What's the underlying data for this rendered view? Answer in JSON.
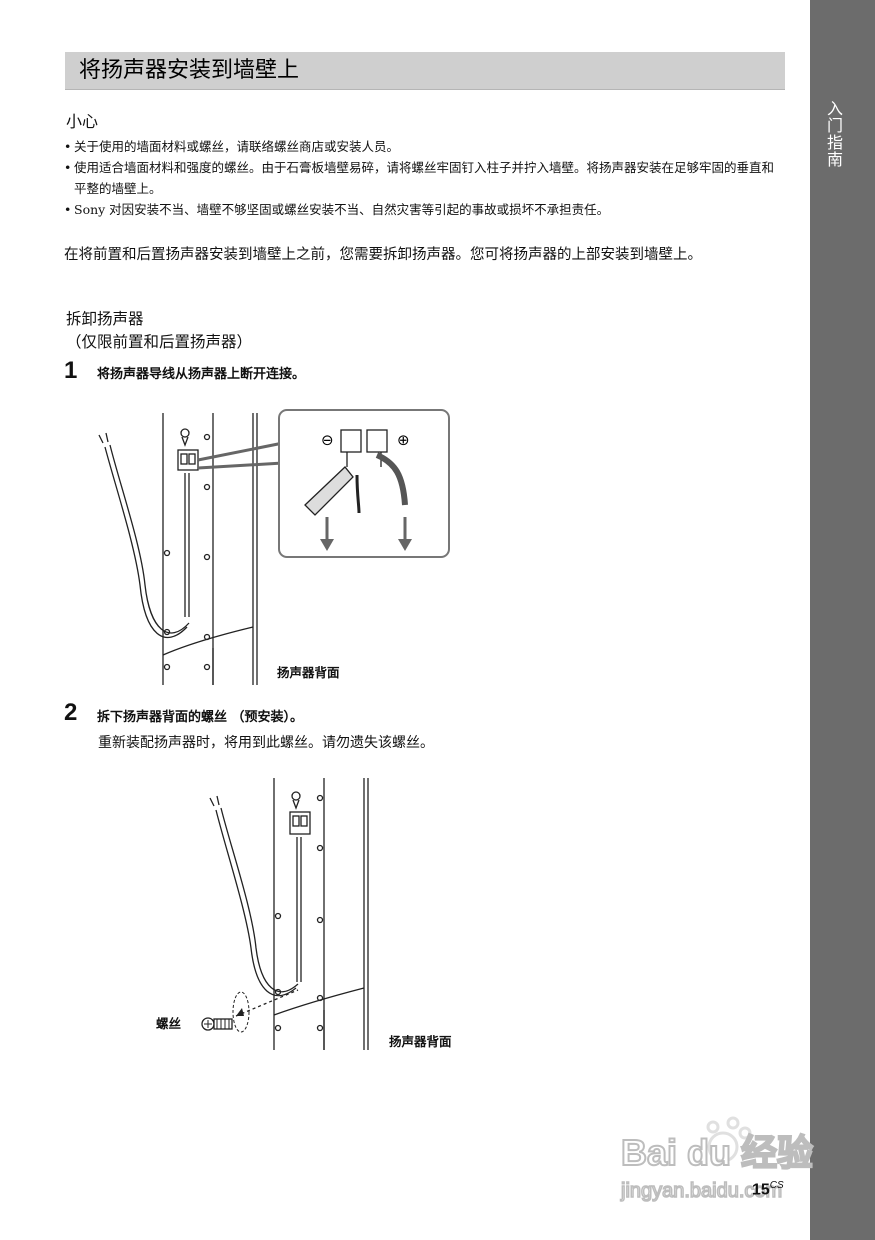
{
  "side_tab": {
    "label": "入门指南"
  },
  "title": "将扬声器安装到墙壁上",
  "caution": {
    "heading": "小心",
    "items": [
      "关于使用的墙面材料或螺丝，请联络螺丝商店或安装人员。",
      "使用适合墙面材料和强度的螺丝。由于石膏板墙壁易碎，请将螺丝牢固钉入柱子并拧入墙壁。将扬声器安装在足够牢固的垂直和平整的墙壁上。",
      "Sony 对因安装不当、墙壁不够坚固或螺丝安装不当、自然灾害等引起的事故或损坏不承担责任。"
    ]
  },
  "intro": "在将前置和后置扬声器安装到墙壁上之前，您需要拆卸扬声器。您可将扬声器的上部安装到墙壁上。",
  "section": {
    "heading": "拆卸扬声器",
    "note": "（仅限前置和后置扬声器）"
  },
  "steps": [
    {
      "number": "1",
      "text": "将扬声器导线从扬声器上断开连接。"
    },
    {
      "number": "2",
      "text": "拆下扬声器背面的螺丝 （预安装）。",
      "detail": "重新装配扬声器时，将用到此螺丝。请勿遗失该螺丝。"
    }
  ],
  "figure1": {
    "label": "扬声器背面",
    "minus_symbol": "⊖",
    "plus_symbol": "⊕"
  },
  "figure2": {
    "label": "扬声器背面",
    "screw_label": "螺丝"
  },
  "page": {
    "number": "15",
    "suffix": "CS"
  },
  "watermark": {
    "brand": "Bai du 经验",
    "url": "jingyan.baidu.com"
  }
}
